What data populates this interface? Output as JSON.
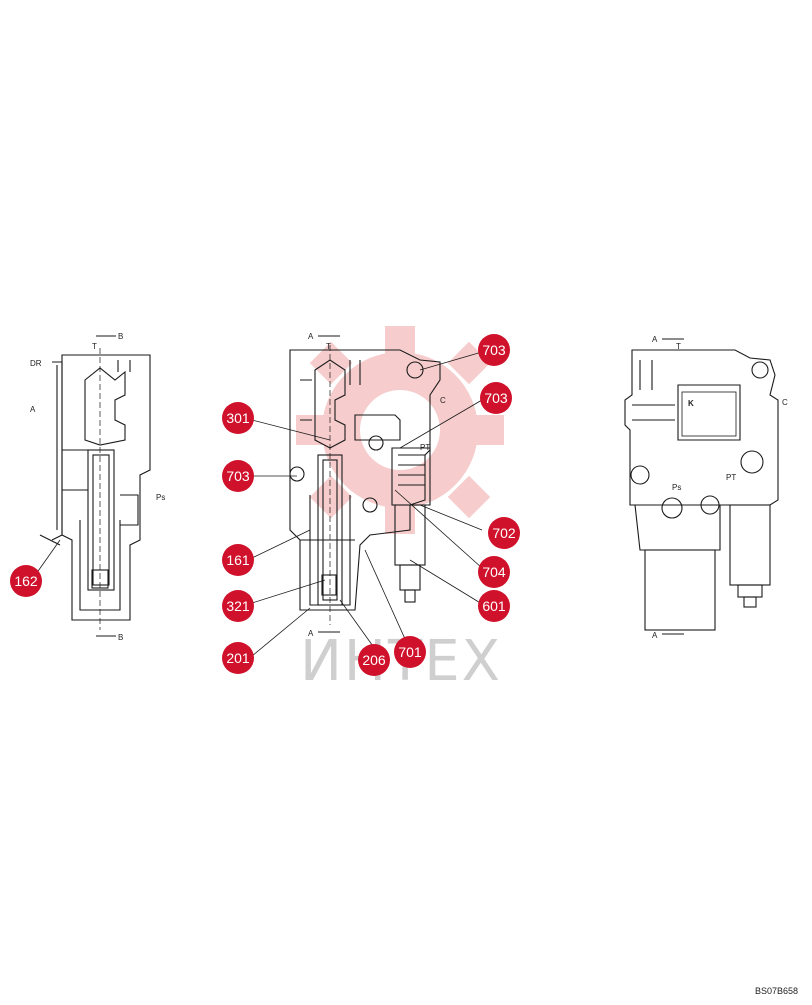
{
  "drawing": {
    "figure_code": "BS07B658",
    "watermark_text": "ИНТЕХ",
    "colors": {
      "callout": "#d0112b",
      "line": "#1a1a1a",
      "watermark": "#f2b8b8"
    },
    "section_labels": {
      "b": "B",
      "a": "A",
      "t": "T",
      "dr": "DR",
      "ps": "Ps",
      "pt": "PT",
      "c": "C",
      "side_a": "A"
    },
    "callouts": [
      "162",
      "301",
      "703",
      "161",
      "321",
      "201",
      "206",
      "701",
      "601",
      "704",
      "702",
      "703",
      "703"
    ]
  }
}
